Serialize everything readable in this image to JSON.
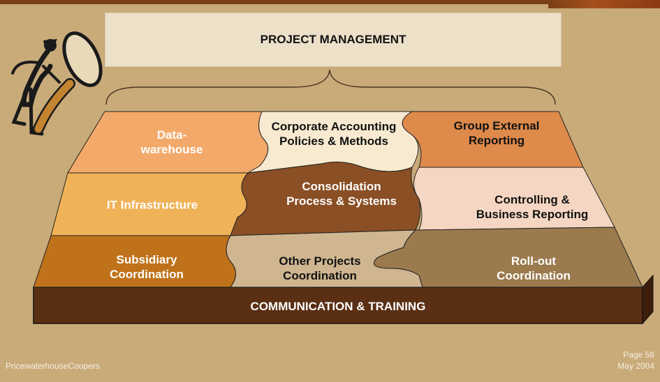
{
  "header": {
    "title": "PROJECT MANAGEMENT"
  },
  "puzzle": {
    "datawarehouse": "Data-\nwarehouse",
    "corporate_accounting": "Corporate Accounting\nPolicies & Methods",
    "group_external": "Group External\nReporting",
    "it_infrastructure": "IT Infrastructure",
    "consolidation": "Consolidation\nProcess & Systems",
    "controlling": "Controlling &\nBusiness Reporting",
    "subsidiary": "Subsidiary\nCoordination",
    "other_projects": "Other Projects\nCoordination",
    "rollout": "Roll-out\nCoordination"
  },
  "base": {
    "label": "COMMUNICATION & TRAINING"
  },
  "footer": {
    "company": "PricewaterhouseCoopers",
    "page": "Page 56",
    "date": "May 2004"
  },
  "colors": {
    "background": "#c9ab7a",
    "base": "#5a2f14",
    "datawarehouse": "#f3a96a",
    "corporate_accounting": "#f7ead0",
    "group_external": "#dd8a4b",
    "it_infrastructure": "#f0b257",
    "consolidation": "#8a4f24",
    "controlling": "#f5d6c2",
    "subsidiary": "#bf7219",
    "other_projects": "#cfb690",
    "rollout": "#9b7a4d"
  },
  "icons": [
    "detective-magnifier-icon"
  ]
}
